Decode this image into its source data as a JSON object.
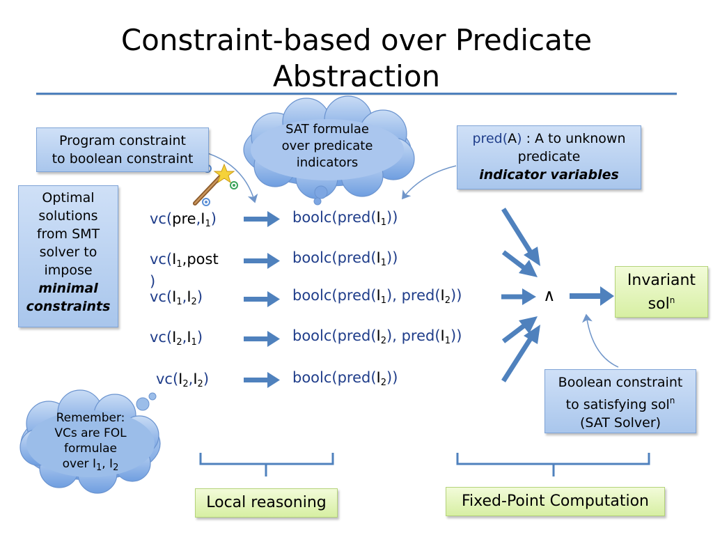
{
  "title": {
    "line1": "Constraint-based over Predicate",
    "line2": "Abstraction"
  },
  "box_program": {
    "line1": "Program constraint",
    "line2": "to boolean constraint"
  },
  "cloud_sat": {
    "line1": "SAT formulae",
    "line2": "over predicate",
    "line3": "indicators"
  },
  "box_pred": {
    "pred": "pred(",
    "a": "A",
    "close": ")",
    "rest": " : A to unknown",
    "line2": "predicate",
    "line3": "indicator variables"
  },
  "box_optimal": {
    "line1": "Optimal",
    "line2": "solutions",
    "line3": "from SMT",
    "line4": "solver to",
    "line5": "impose",
    "line6": "minimal",
    "line7": "constraints"
  },
  "vcs": [
    {
      "pre": "vc(",
      "a": "pre",
      "comma": ",",
      "b": "I",
      "bsub": "1",
      "close": ")"
    },
    {
      "pre": "vc(",
      "a": "I",
      "asub": "1",
      "rest": ",post",
      "close": ")"
    },
    {
      "pre": "vc(",
      "a": "I",
      "asub": "1",
      "comma": ",",
      "b": "I",
      "bsub": "2",
      "close": ")"
    },
    {
      "pre": "vc(",
      "a": "I",
      "asub": "2",
      "comma": ",",
      "b": "I",
      "bsub": "1",
      "close": ")"
    },
    {
      "pre": "vc(",
      "a": "I",
      "asub": "2",
      "comma": ",",
      "b": "I",
      "bsub": "2",
      "close": ")"
    }
  ],
  "boolcs": [
    {
      "start": "boolc(pred(",
      "i": "I",
      "isub": "1",
      "end": "))"
    },
    {
      "start": "boolc(pred(",
      "i": "I",
      "isub": "1",
      "end": "))"
    },
    {
      "start": "boolc(pred(",
      "i": "I",
      "isub": "1",
      "mid": "), pred(",
      "j": "I",
      "jsub": "2",
      "end": "))"
    },
    {
      "start": "boolc(pred(",
      "i": "I",
      "isub": "2",
      "mid": "), pred(",
      "j": "I",
      "jsub": "1",
      "end": "))"
    },
    {
      "start": "boolc(pred(",
      "i": "I",
      "isub": "2",
      "end": "))"
    }
  ],
  "and_symbol": "∧",
  "invariant": {
    "line1": "Invariant",
    "line2": "sol",
    "sup": "n"
  },
  "box_boolean": {
    "line1": "Boolean constraint",
    "line2": "to satisfying sol",
    "sup": "n",
    "line3": "(SAT Solver)"
  },
  "cloud_remember": {
    "line1": "Remember:",
    "line2": "VCs are FOL",
    "line3": "formulae",
    "line4": "over I",
    "sub1": "1",
    "mid": ", I",
    "sub2": "2"
  },
  "local_reasoning": "Local reasoning",
  "fixed_point": "Fixed-Point Computation",
  "colors": {
    "accent": "#4f81bd",
    "arrow": "#4f81bd",
    "vc_text": "#1f3d8a",
    "blue_box": "#b8d0f0",
    "green_box": "#e3f5bc"
  },
  "icons": [
    "magic-wand-icon"
  ]
}
